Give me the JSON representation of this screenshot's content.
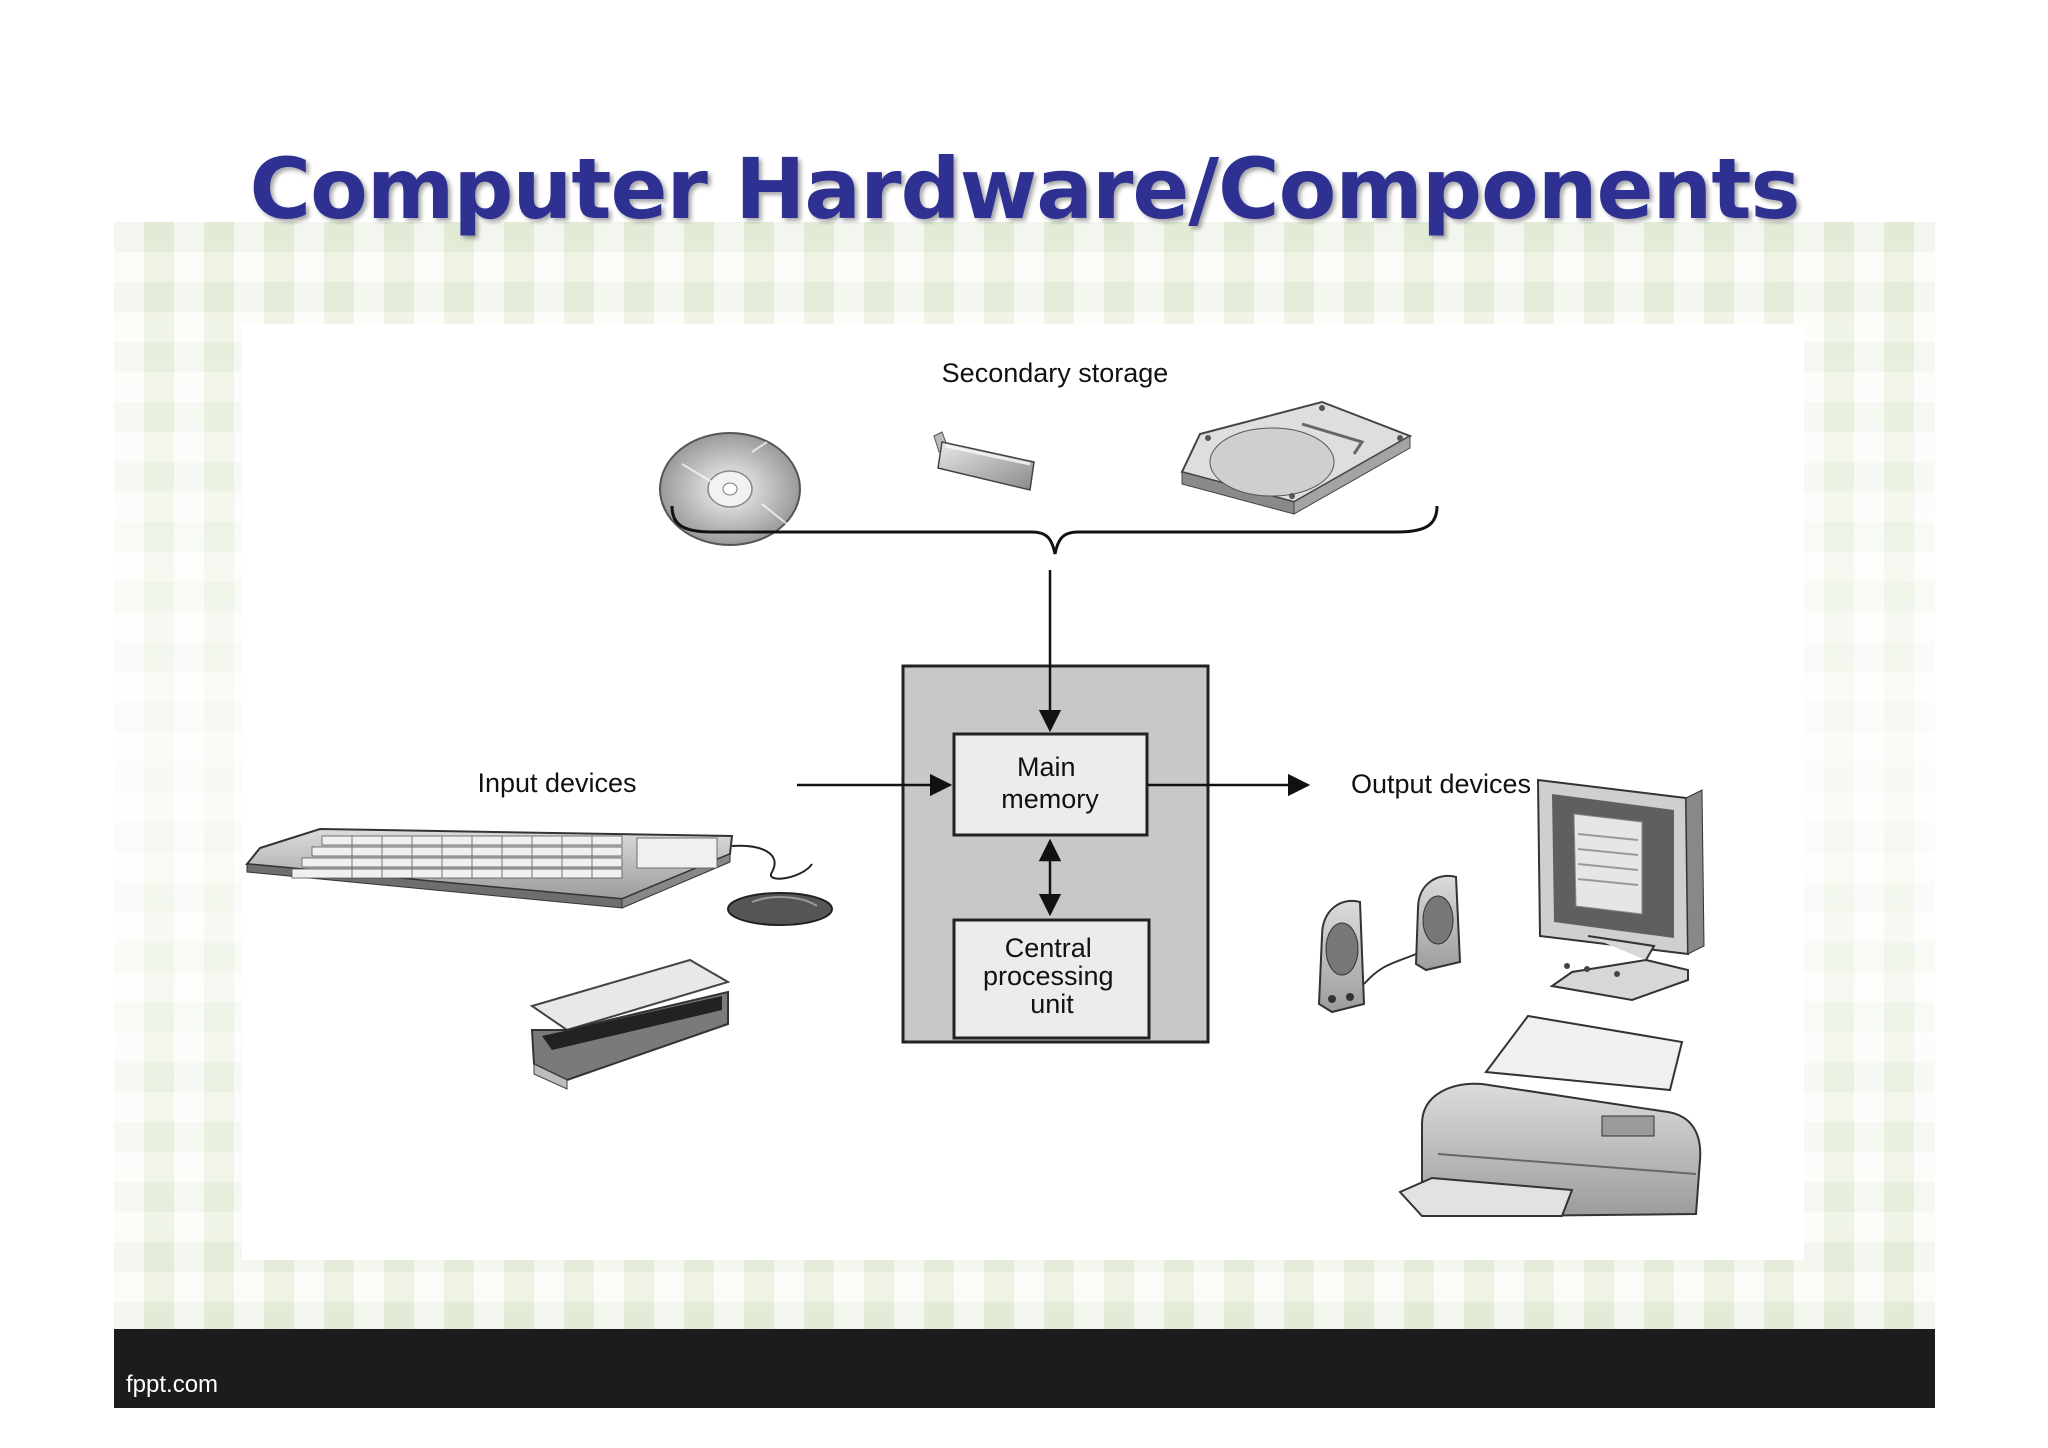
{
  "slide": {
    "title": "Computer Hardware/Components",
    "footer": "fppt.com"
  },
  "diagram": {
    "secondary_storage_label": "Secondary storage",
    "input_label": "Input devices",
    "output_label": "Output devices",
    "main_memory": [
      "Main",
      "memory"
    ],
    "cpu": [
      "Central",
      "processing",
      "unit"
    ]
  },
  "colors": {
    "title": "#2e3192",
    "footer_bg": "#1c1c1c",
    "system_box": "#c8c8c8"
  }
}
